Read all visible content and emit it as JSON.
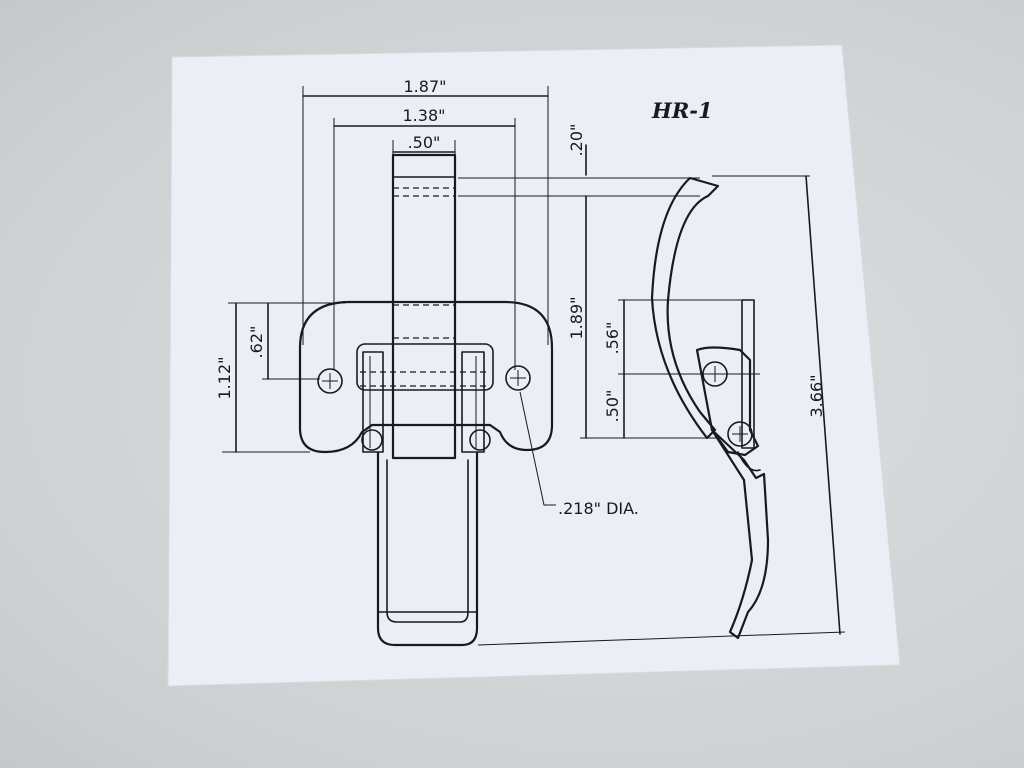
{
  "title": "HR-1",
  "dimensions": {
    "overall_width": "1.87\"",
    "hole_spacing": "1.38\"",
    "strap_width": ".50\"",
    "top_gap": ".20\"",
    "base_height": "1.12\"",
    "hole_height": ".62\"",
    "hook_height": "1.89\"",
    "pivot_offset": ".56\"",
    "lower_offset": ".50\"",
    "total_length": "3.66\"",
    "hole_diameter": ".218\" DIA."
  }
}
